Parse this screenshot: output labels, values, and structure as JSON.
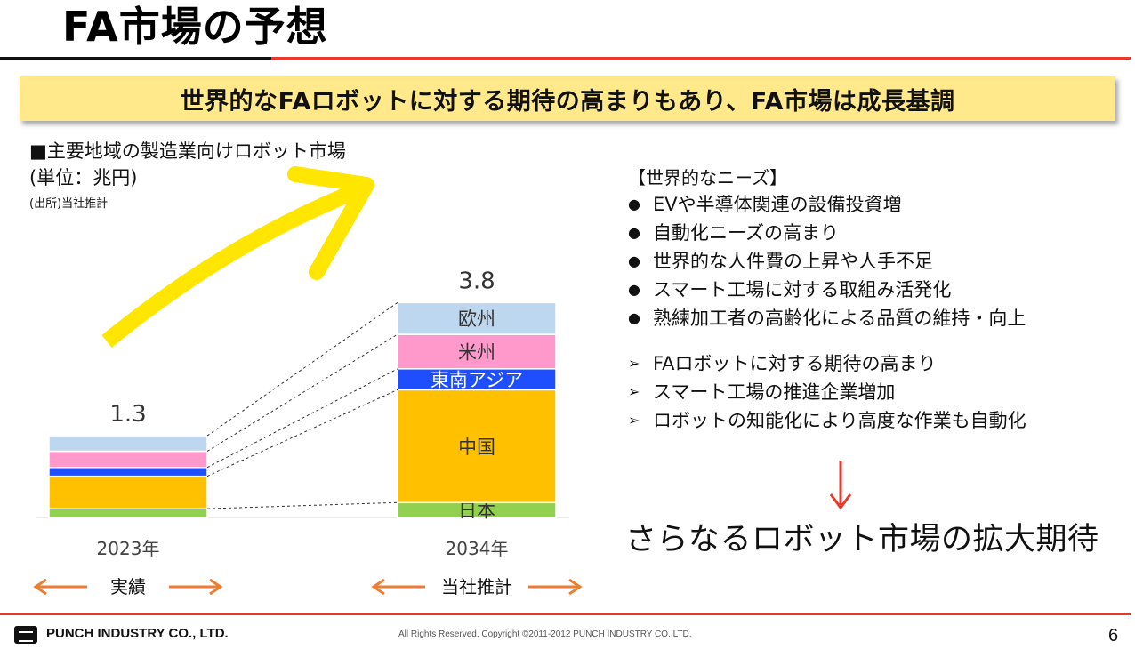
{
  "page": {
    "title": "FA市場の予想",
    "banner": "世界的なFAロボットに対する期待の高まりもあり、FA市場は成長基調"
  },
  "chart_header": {
    "heading": "■主要地域の製造業向けロボット市場",
    "unit": "(単位：兆円)",
    "source": "(出所)当社推計"
  },
  "chart_data": {
    "type": "bar",
    "stacked": true,
    "categories": [
      "2023年",
      "2034年"
    ],
    "totals": [
      "1.3",
      "3.8"
    ],
    "category_notes": [
      "実績",
      "当社推計"
    ],
    "series": [
      {
        "name": "日本",
        "values": [
          0.13,
          0.22
        ]
      },
      {
        "name": "中国",
        "values": [
          0.48,
          1.67
        ]
      },
      {
        "name": "東南アジア",
        "values": [
          0.13,
          0.31
        ]
      },
      {
        "name": "米州",
        "values": [
          0.24,
          0.51
        ]
      },
      {
        "name": "欧州",
        "values": [
          0.23,
          0.47
        ]
      }
    ],
    "colors": {
      "日本": "#92d050",
      "中国": "#ffc000",
      "東南アジア": "#1f4eff",
      "米州": "#ff99cc",
      "欧州": "#bdd7ee"
    },
    "label_colors": {
      "東南アジア": "#ffffff"
    },
    "trend_arrow_color": "#ffe600",
    "period_arrow_color": "#ed7d31",
    "ylim": [
      0,
      4.5
    ],
    "grid": false
  },
  "needs": {
    "title": "【世界的なニーズ】",
    "bullet_icon": "black-circle-icon",
    "items": [
      "EVや半導体関連の設備投資増",
      "自動化ニーズの高まり",
      "世界的な人件費の上昇や人手不足",
      "スマート工場に対する取組み活発化",
      "熟練加工者の高齢化による品質の維持・向上"
    ]
  },
  "effects": {
    "bullet_icon": "chevron-right-icon",
    "items": [
      "FAロボットに対する期待の高まり",
      "スマート工場の推進企業増加",
      "ロボットの知能化により高度な作業も自動化"
    ]
  },
  "conclusion": {
    "arrow_icon": "down-arrow-icon",
    "arrow_color": "#e8392b",
    "text": "さらなるロボット市場の拡大期待"
  },
  "footer": {
    "company": "PUNCH INDUSTRY CO., LTD.",
    "copyright": "All Rights Reserved. Copyright ©2011-2012  PUNCH  INDUSTRY  CO.,LTD.",
    "page_number": "6"
  }
}
